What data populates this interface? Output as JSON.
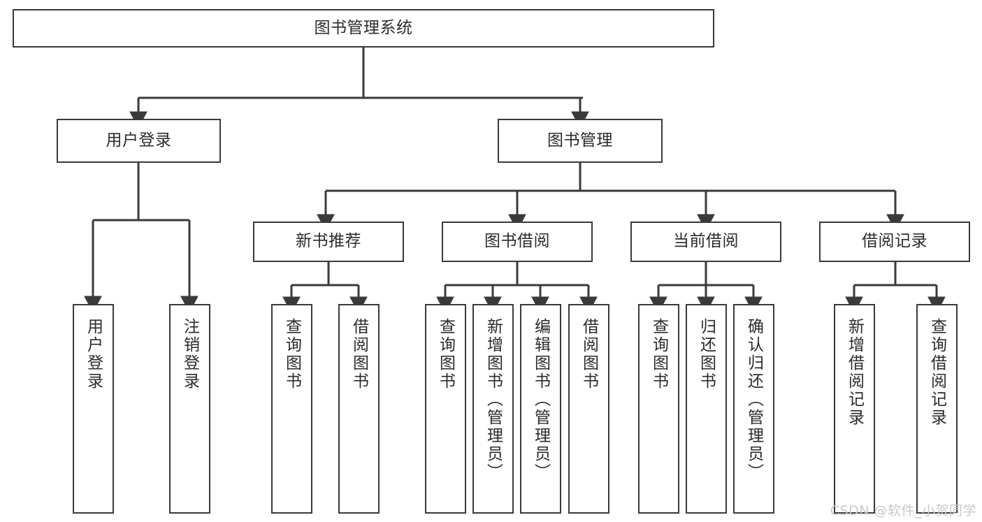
{
  "diagram": {
    "title": "图书管理系统",
    "type": "tree-hierarchy-chart",
    "watermark": "CSDN @软件_小贺同学",
    "colors": {
      "background": "#ffffff",
      "node_border": "#3a3a3a",
      "node_fill": "#ffffff",
      "edge": "#3a3a3a",
      "text": "#2b2b2b",
      "watermark": "#c9c9c9"
    }
  },
  "nodes": {
    "root": {
      "label": "图书管理系统"
    },
    "level2": [
      {
        "label": "用户登录"
      },
      {
        "label": "图书管理"
      }
    ],
    "level3": [
      {
        "label": "新书推荐"
      },
      {
        "label": "图书借阅"
      },
      {
        "label": "当前借阅"
      },
      {
        "label": "借阅记录"
      }
    ],
    "leaves": {
      "user_login": [
        {
          "label": "用户登录"
        },
        {
          "label": "注销登录"
        }
      ],
      "new_book_recommend": [
        {
          "label": "查询图书"
        },
        {
          "label": "借阅图书"
        }
      ],
      "book_borrow": [
        {
          "label": "查询图书"
        },
        {
          "label": "新增图书（管理员）"
        },
        {
          "label": "编辑图书（管理员）"
        },
        {
          "label": "借阅图书"
        }
      ],
      "current_borrow": [
        {
          "label": "查询图书"
        },
        {
          "label": "归还图书"
        },
        {
          "label": "确认归还（管理员）"
        }
      ],
      "borrow_record": [
        {
          "label": "新增借阅记录"
        },
        {
          "label": "查询借阅记录"
        }
      ]
    }
  }
}
